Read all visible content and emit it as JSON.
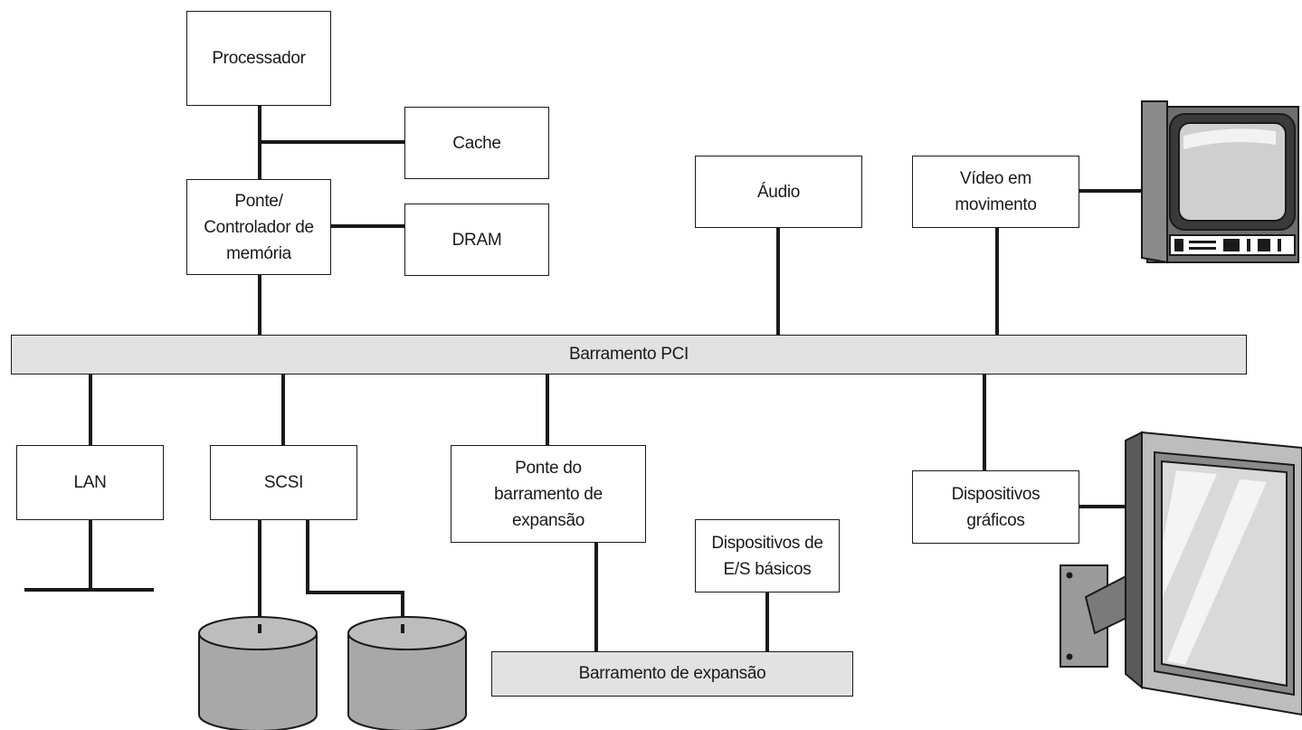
{
  "colors": {
    "line": "#1a1a1a",
    "bus_fill": "#e2e2e2",
    "disk_fill": "#a8a8a8",
    "box_fill": "#ffffff"
  },
  "components": {
    "processor": "Processador",
    "cache": "Cache",
    "bridge": "Ponte/\nControlador de\nmemória",
    "dram": "DRAM",
    "audio": "Áudio",
    "video": "Vídeo em\nmovimento",
    "lan": "LAN",
    "scsi": "SCSI",
    "expansion_bridge": "Ponte do\nbarramento de\nexpansão",
    "basic_io": "Dispositivos de\nE/S básicos",
    "graphics": "Dispositivos\ngráficos"
  },
  "buses": {
    "pci": "Barramento PCI",
    "expansion": "Barramento de expansão"
  },
  "icons": {
    "tv": "crt-television-icon",
    "monitor": "wall-mounted-flat-screen-icon",
    "disk1": "disk-drive-icon",
    "disk2": "disk-drive-icon"
  }
}
